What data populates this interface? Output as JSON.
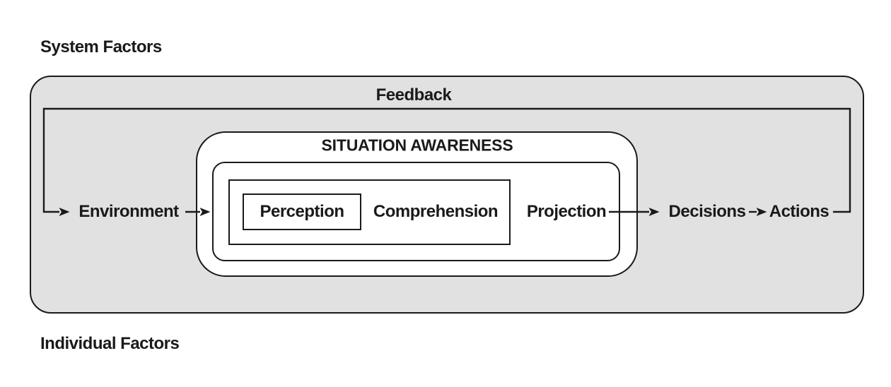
{
  "colors": {
    "background": "#ffffff",
    "system_box_fill": "#e1e1e1",
    "panel_fill": "#ffffff",
    "line": "#1a1a1a",
    "text": "#1a1a1a"
  },
  "diagram": {
    "system_factors_label": "System Factors",
    "individual_factors_label": "Individual Factors",
    "system_box": {
      "feedback_label": "Feedback"
    },
    "situation_awareness": {
      "title": "SITUATION AWARENESS",
      "levels": {
        "perception": "Perception",
        "comprehension": "Comprehension",
        "projection": "Projection"
      }
    },
    "nodes": {
      "environment": "Environment",
      "decisions": "Decisions",
      "actions": "Actions"
    }
  }
}
